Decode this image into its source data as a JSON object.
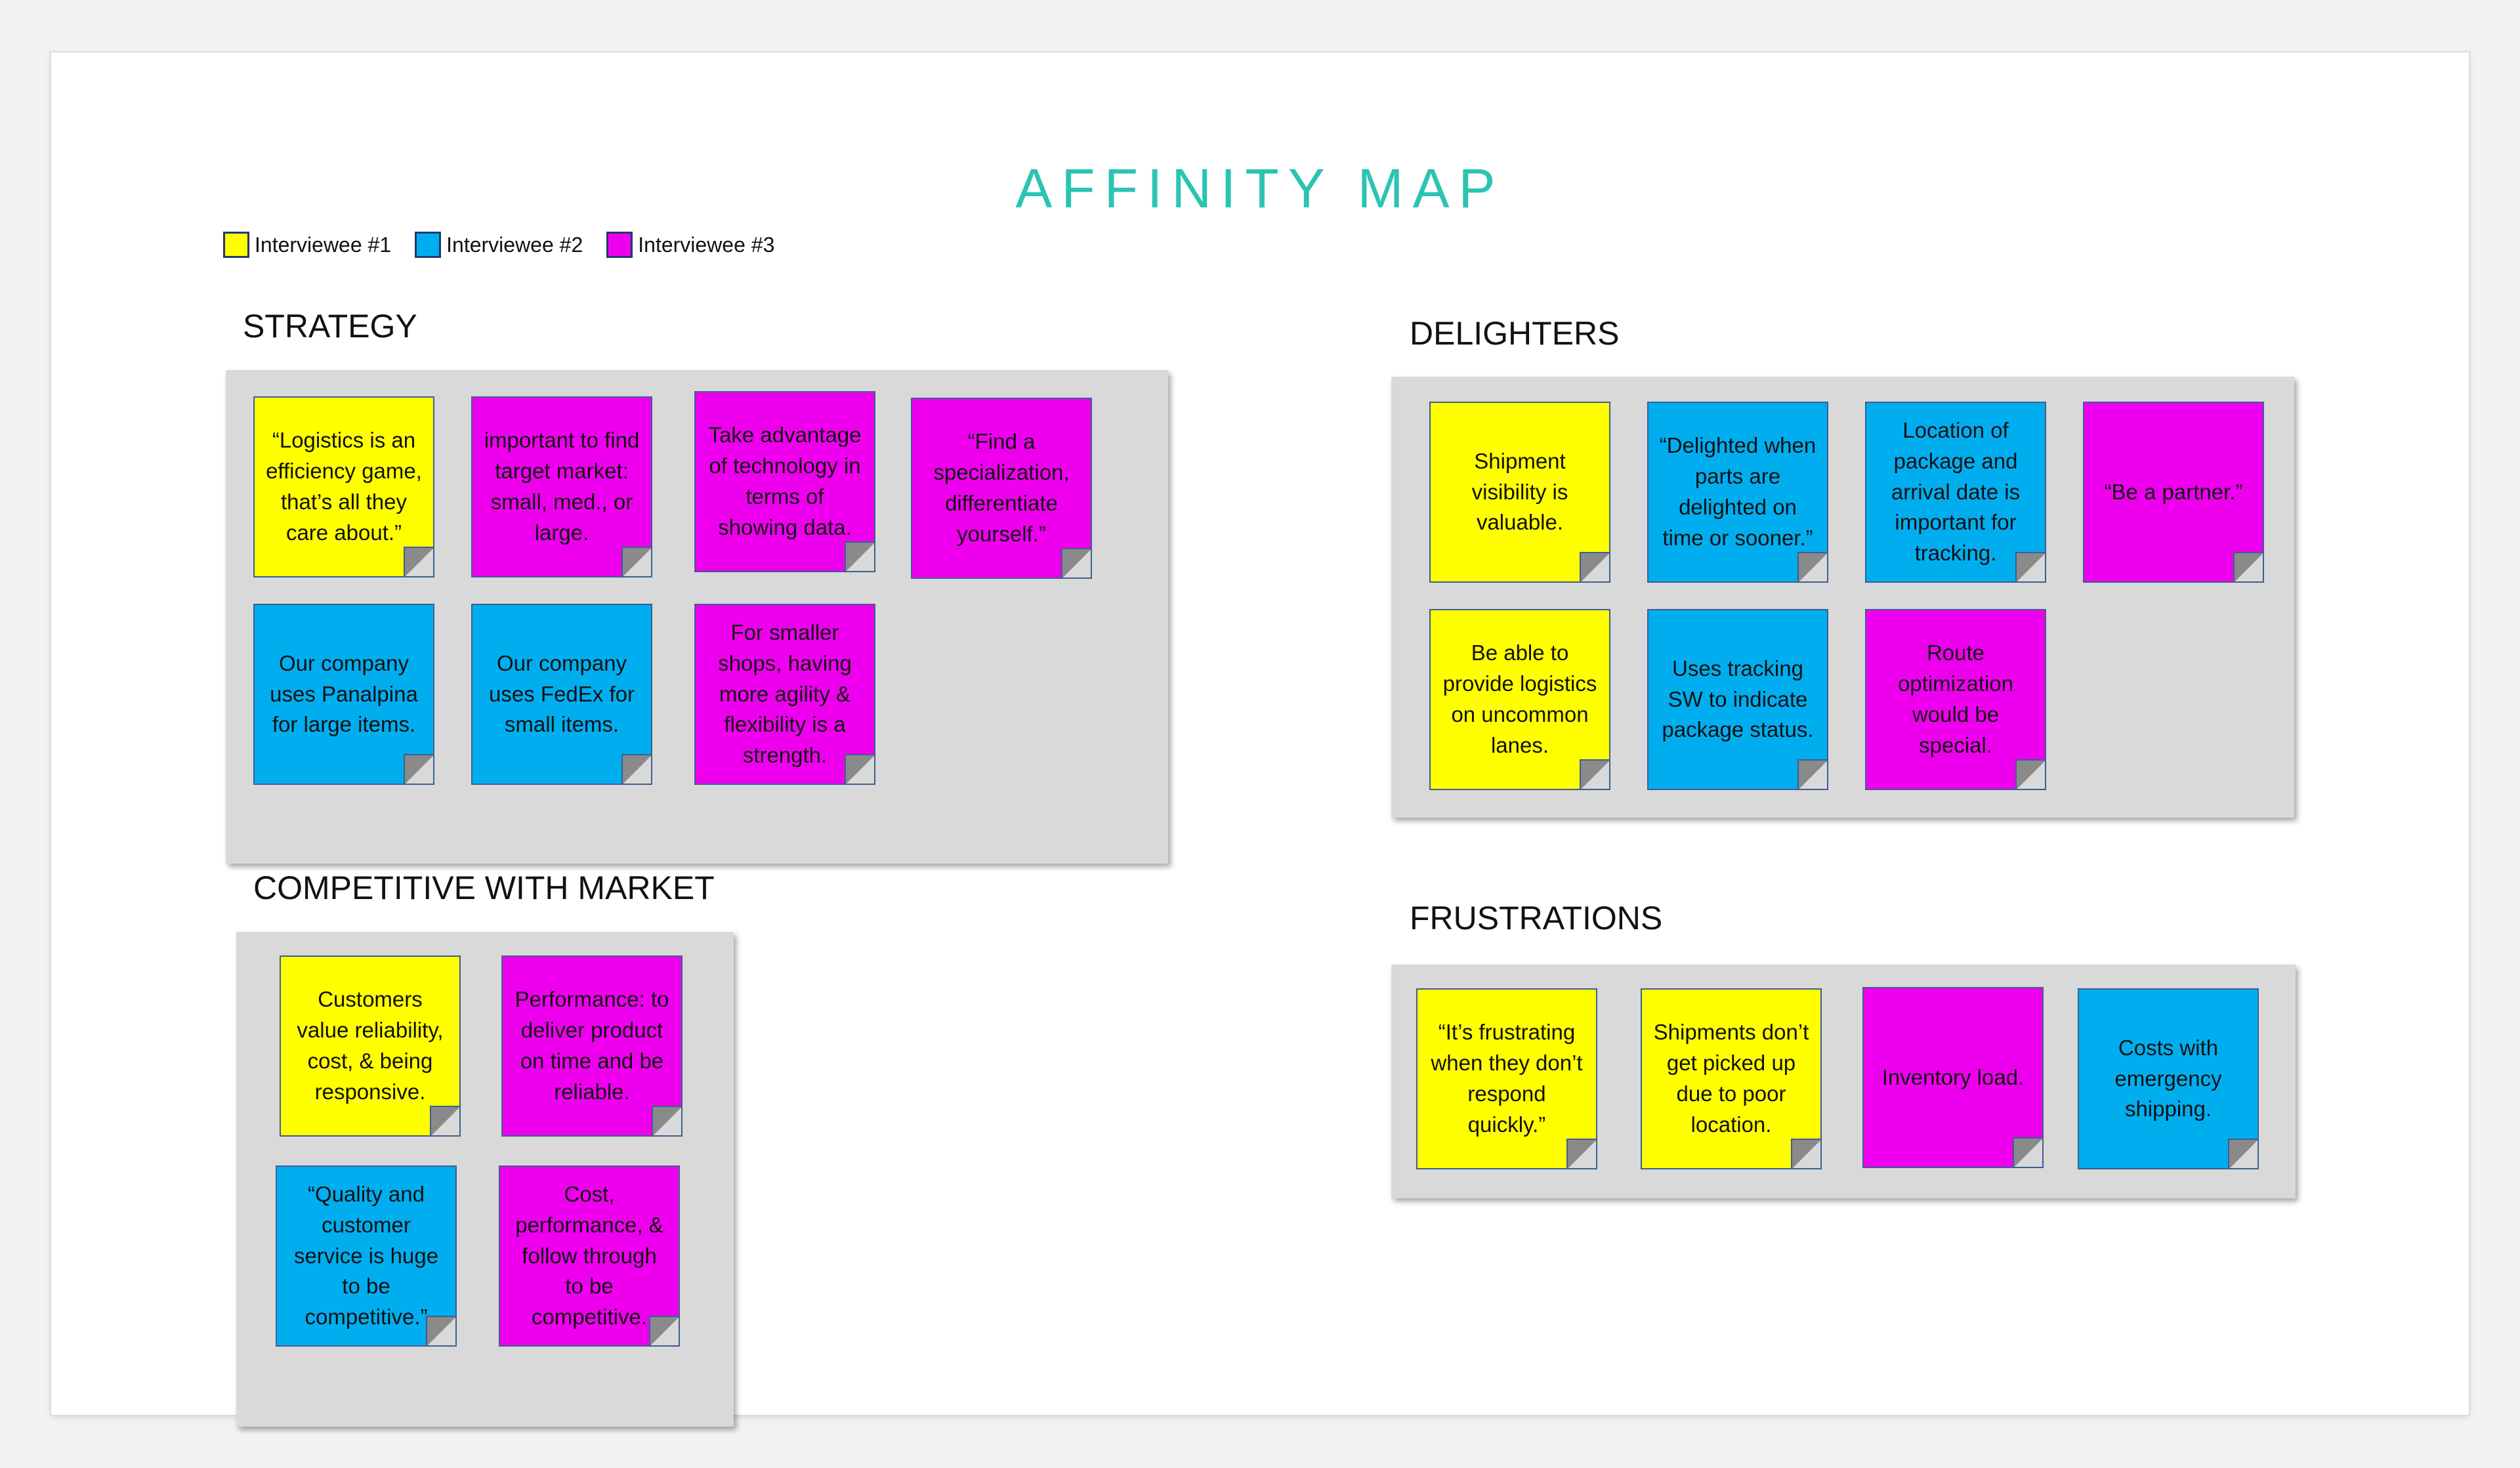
{
  "title": "AFFINITY MAP",
  "colors": {
    "interviewee1": "#ffff00",
    "interviewee2": "#00aeef",
    "interviewee3": "#ee00ee",
    "title": "#2bc4b3",
    "board": "#d9d9d9"
  },
  "legend": [
    {
      "label": "Interviewee #1",
      "color": "#ffff00"
    },
    {
      "label": "Interviewee #2",
      "color": "#00aeef"
    },
    {
      "label": "Interviewee #3",
      "color": "#ee00ee"
    }
  ],
  "sections": {
    "strategy": {
      "title": "STRATEGY",
      "notes": [
        {
          "text": "“Logistics is an efficiency game, that’s all they care about.”",
          "interviewee": 1
        },
        {
          "text": "important to find target market: small, med., or large.",
          "interviewee": 3
        },
        {
          "text": "Take advantage of technology in terms of showing data.",
          "interviewee": 3
        },
        {
          "text": "“Find a specialization, differentiate yourself.”",
          "interviewee": 3
        },
        {
          "text": "Our company uses Panalpina for large items.",
          "interviewee": 2
        },
        {
          "text": "Our company uses FedEx for small items.",
          "interviewee": 2
        },
        {
          "text": "For smaller shops, having more agility & flexibility is a strength.",
          "interviewee": 3
        }
      ]
    },
    "competitive": {
      "title": "COMPETITIVE WITH MARKET",
      "notes": [
        {
          "text": "Customers value reliability, cost, & being responsive.",
          "interviewee": 1
        },
        {
          "text": "Performance: to deliver product on time and be reliable.",
          "interviewee": 3
        },
        {
          "text": "“Quality and customer service is huge to be competitive.”",
          "interviewee": 2
        },
        {
          "text": "Cost, performance, & follow through to be competitive.",
          "interviewee": 3
        }
      ]
    },
    "delighters": {
      "title": "DELIGHTERS",
      "notes": [
        {
          "text": "Shipment visibility is valuable.",
          "interviewee": 1
        },
        {
          "text": "“Delighted when parts are delighted on time or sooner.”",
          "interviewee": 2
        },
        {
          "text": "Location of package and arrival date is important for tracking.",
          "interviewee": 2
        },
        {
          "text": "“Be a partner.”",
          "interviewee": 3
        },
        {
          "text": "Be able to provide logistics on uncommon lanes.",
          "interviewee": 1
        },
        {
          "text": "Uses tracking SW to indicate package status.",
          "interviewee": 2
        },
        {
          "text": "Route optimization would be special.",
          "interviewee": 3
        }
      ]
    },
    "frustrations": {
      "title": "FRUSTRATIONS",
      "notes": [
        {
          "text": "“It’s frustrating when they don’t respond quickly.”",
          "interviewee": 1
        },
        {
          "text": "Shipments don’t get picked up due to poor location.",
          "interviewee": 1
        },
        {
          "text": "Inventory load.",
          "interviewee": 3
        },
        {
          "text": "Costs with emergency shipping.",
          "interviewee": 2
        }
      ]
    }
  }
}
